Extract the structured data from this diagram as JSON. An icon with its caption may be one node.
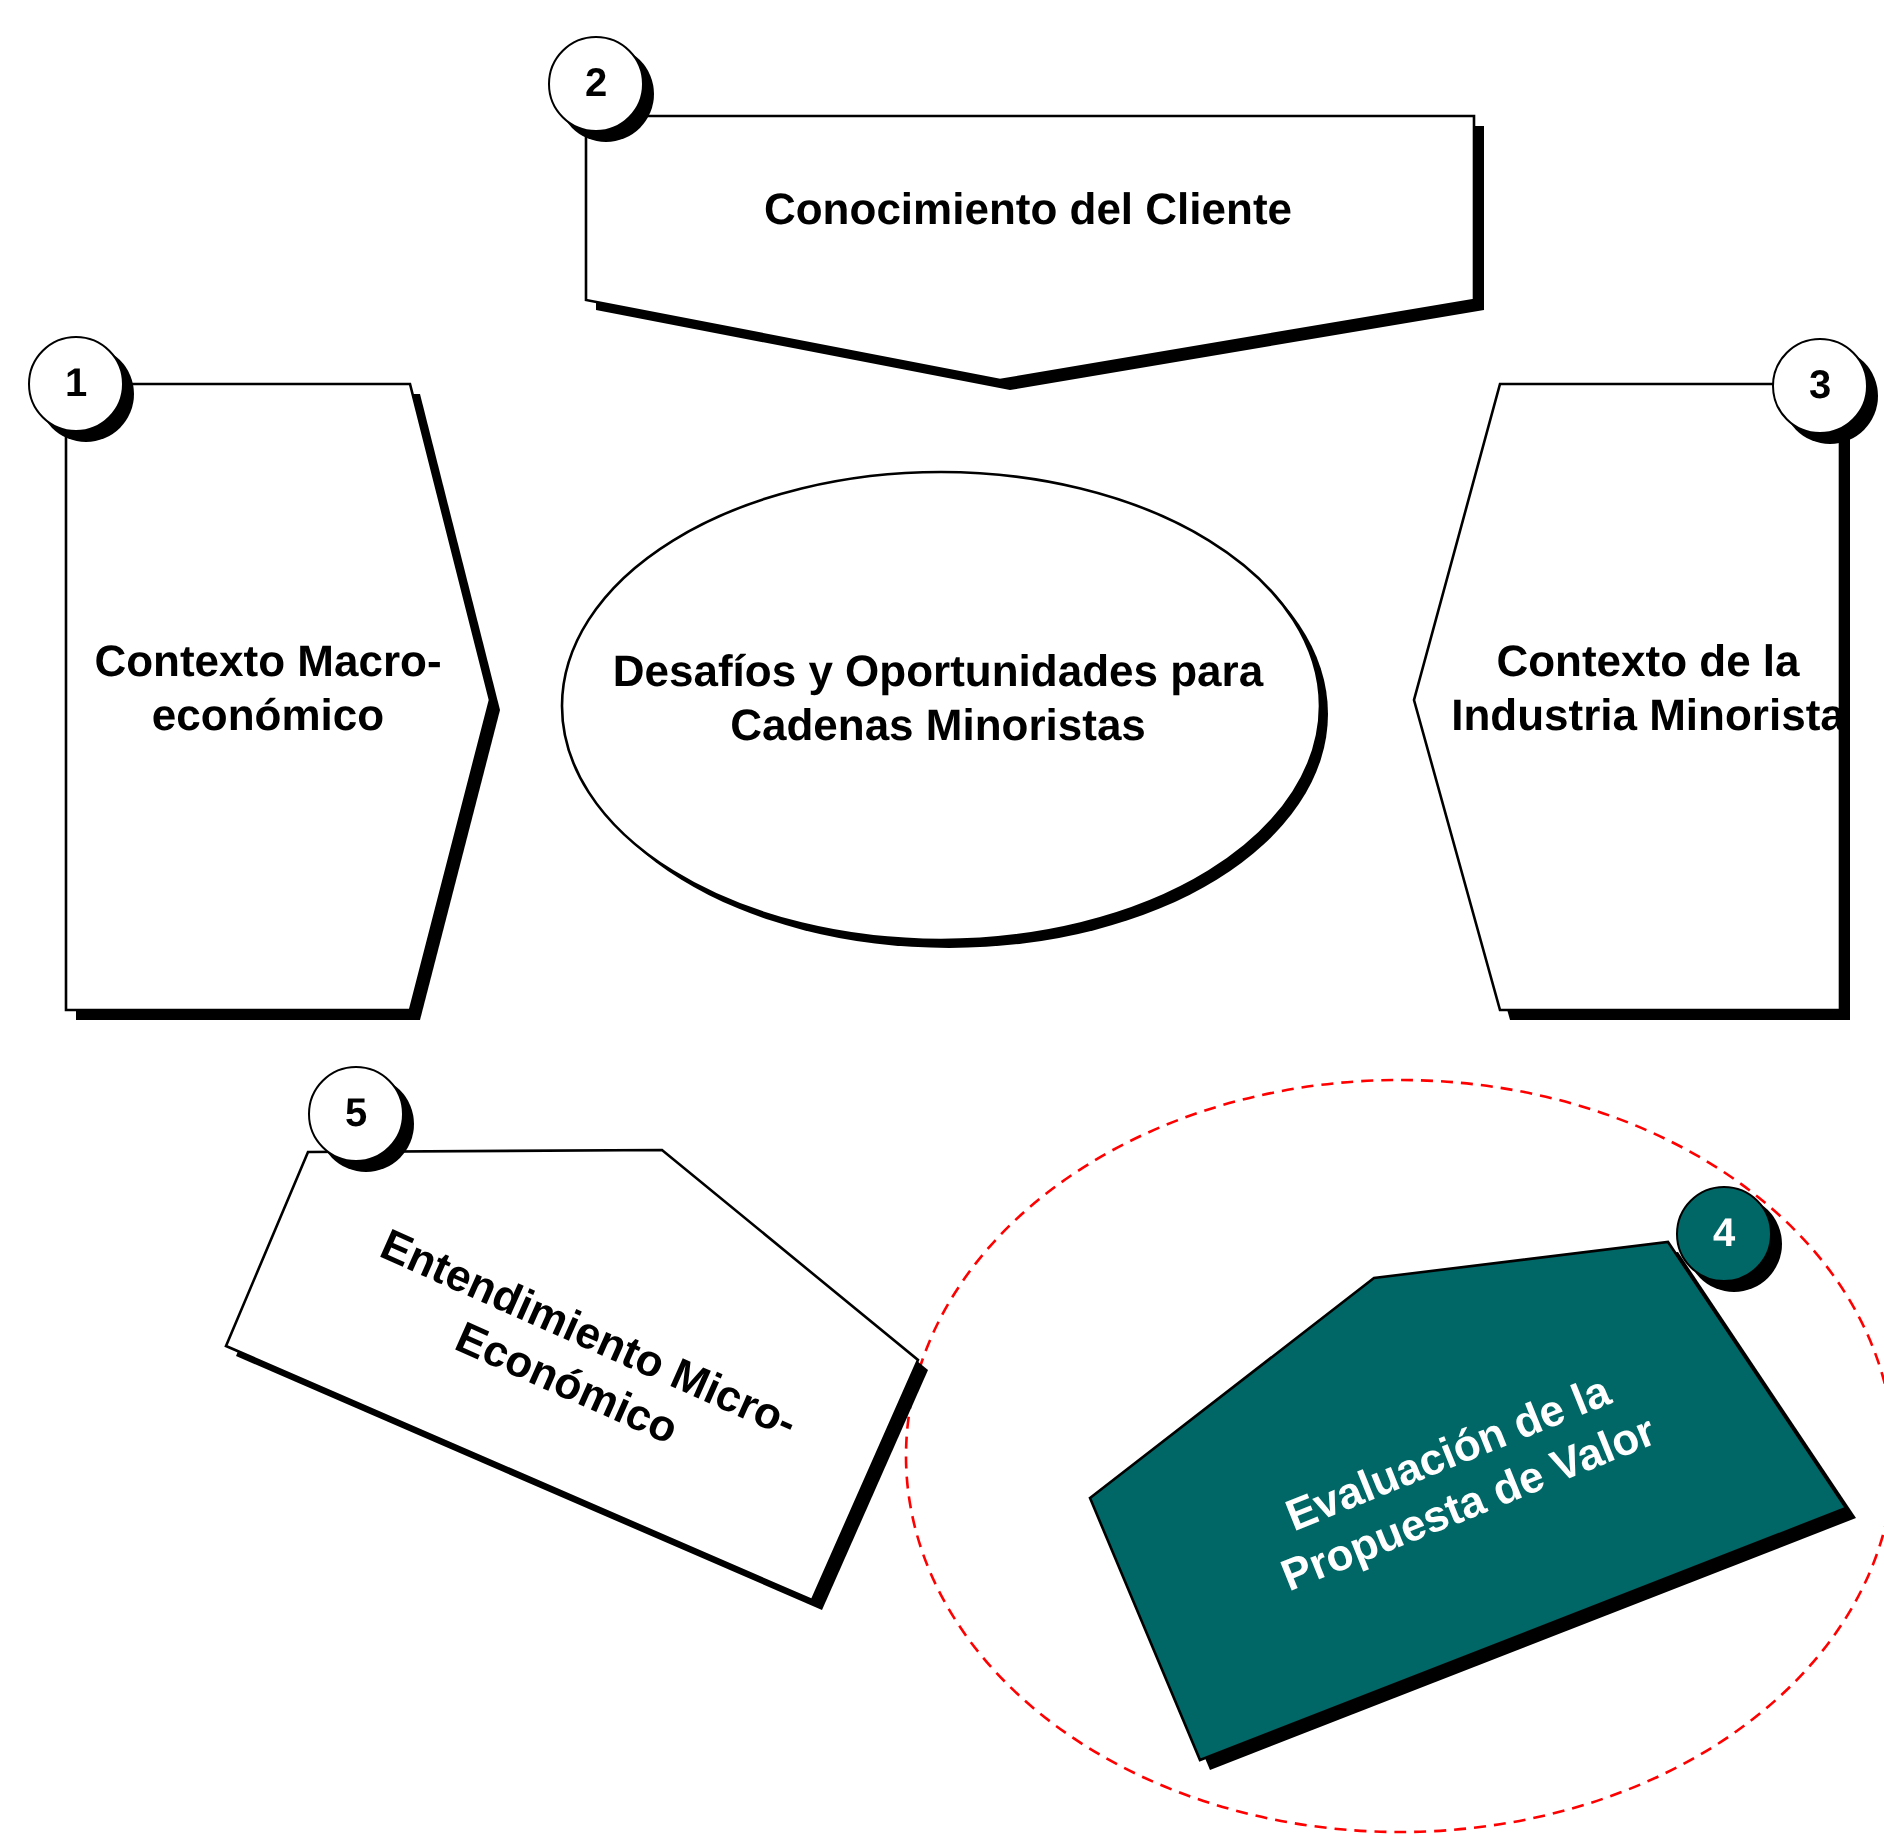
{
  "diagram": {
    "nodes": [
      {
        "text": [
          "Conocimiento del Cliente"
        ],
        "beside": [
          "2"
        ]
      },
      {
        "text": [
          "Contexto Macro-económico"
        ],
        "beside": [
          "1"
        ]
      },
      {
        "text": [
          "Desafíos y Oportunidades para Cadenas Minoristas"
        ]
      },
      {
        "text": [
          "Contexto de la Industria Minorista"
        ],
        "beside": [
          "3"
        ]
      },
      {
        "text": [
          "Entendimiento Micro-Económico"
        ],
        "beside": [
          "5"
        ]
      },
      {
        "text": [
          "Evaluación de la Propuesta de Valor"
        ],
        "beside": [
          "4"
        ]
      }
    ],
    "edges": []
  }
}
